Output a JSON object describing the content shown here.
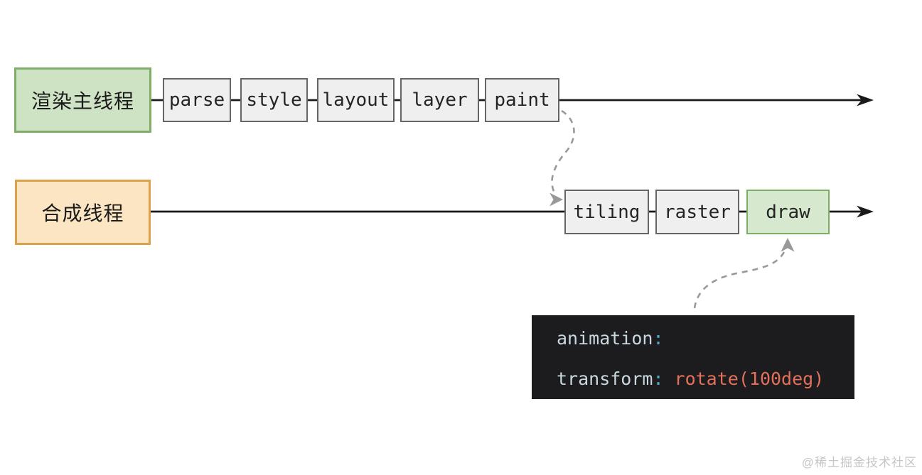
{
  "diagram": {
    "main_thread": {
      "label": "渲染主线程",
      "steps": [
        "parse",
        "style",
        "layout",
        "layer",
        "paint"
      ]
    },
    "compositor_thread": {
      "label": "合成线程",
      "steps": [
        "tiling",
        "raster",
        "draw"
      ]
    }
  },
  "code_block": {
    "line1": {
      "property": "animation",
      "colon": ":"
    },
    "line2": {
      "property": "transform",
      "colon": ":",
      "value": "rotate(100deg)"
    }
  },
  "watermark": "@稀土掘金技术社区",
  "colors": {
    "thread_green_fill": "#cee3c3",
    "thread_green_border": "#7fae68",
    "thread_orange_fill": "#fbe5c3",
    "thread_orange_border": "#dca24b",
    "step_fill": "#f0efef",
    "step_border": "#656565",
    "draw_fill": "#d6e8ce",
    "draw_border": "#7caf63",
    "line_black": "#1a1a1a",
    "dashed_gray": "#999999",
    "code_bg": "#1c1c1e",
    "code_text": "#c9d8df",
    "code_colon": "#54aecb",
    "code_value": "#e2705a",
    "watermark": "#c6c6c6"
  }
}
